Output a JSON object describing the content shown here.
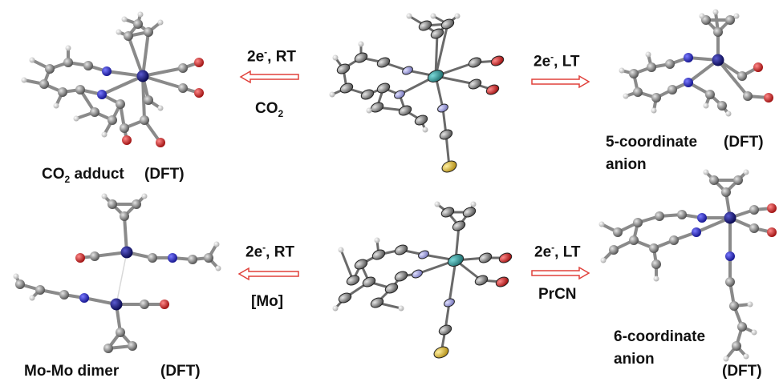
{
  "labels": {
    "co2_adduct": "CO",
    "co2_adduct_sub": "2",
    "co2_adduct_rest": " adduct",
    "co2_adduct_dft": "(DFT)",
    "five_coord_line1": "5-coordinate",
    "five_coord_dft": "(DFT)",
    "five_coord_line2": "anion",
    "momo_dimer": "Mo-Mo dimer",
    "momo_dft": "(DFT)",
    "six_coord_line1": "6-coordinate",
    "six_coord_line2": "anion",
    "six_coord_dft": "(DFT)"
  },
  "arrows": {
    "top_left": {
      "above_main": "2e",
      "above_sup": "-",
      "above_rest": ", RT",
      "below_main": "CO",
      "below_sub": "2",
      "direction": "left"
    },
    "top_right": {
      "above_main": "2e",
      "above_sup": "-",
      "above_rest": ", LT",
      "below_main": "",
      "direction": "right"
    },
    "bottom_left": {
      "above_main": "2e",
      "above_sup": "-",
      "above_rest": ", RT",
      "below_main": "[Mo]",
      "direction": "left"
    },
    "bottom_right": {
      "above_main": "2e",
      "above_sup": "-",
      "above_rest": ", LT",
      "below_main": "PrCN",
      "direction": "right"
    }
  },
  "colors": {
    "arrow_outline": "#e0403a",
    "carbon": "#8a8a8a",
    "hydrogen": "#d8d8d8",
    "nitrogen_dft": "#1e1ea8",
    "metal_dft": "#0c0c7a",
    "oxygen": "#d42020",
    "metal_xray": "#2a9a9a",
    "nitrogen_xray": "#9a9ad8",
    "sulfur": "#e8c020"
  },
  "icons": [
    "molecule-co2-adduct",
    "molecule-xray-top",
    "molecule-5-coordinate",
    "molecule-momo-dimer",
    "molecule-xray-bottom",
    "molecule-6-coordinate"
  ]
}
